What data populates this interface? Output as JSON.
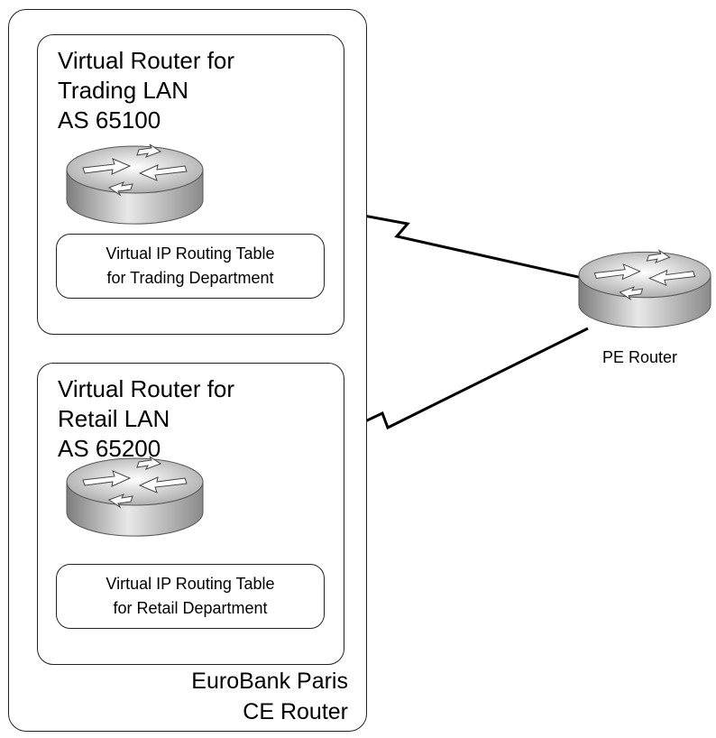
{
  "ce_router": {
    "label_line1": "EuroBank Paris",
    "label_line2": "CE Router"
  },
  "virtual_routers": [
    {
      "title_line1": "Virtual Router for",
      "title_line2": "Trading LAN",
      "title_line3": "AS 65100",
      "table_line1": "Virtual IP Routing Table",
      "table_line2": "for Trading Department"
    },
    {
      "title_line1": "Virtual Router for",
      "title_line2": "Retail LAN",
      "title_line3": "AS 65200",
      "table_line1": "Virtual IP Routing Table",
      "table_line2": "for Retail Department"
    }
  ],
  "pe_router": {
    "label": "PE Router"
  },
  "icons": [
    "router-icon"
  ]
}
